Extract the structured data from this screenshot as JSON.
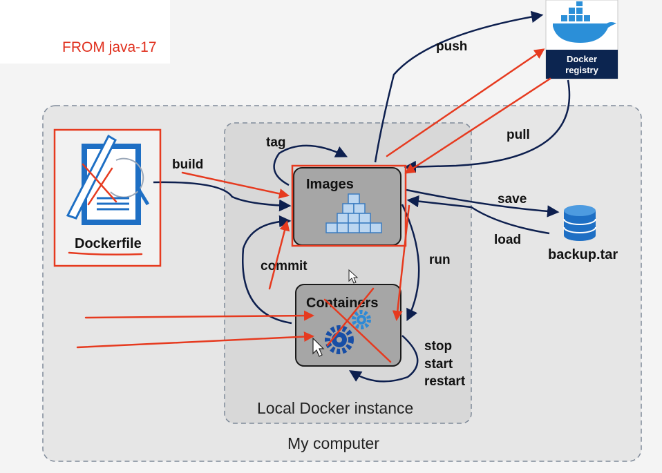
{
  "annotation": {
    "text": "FROM java-17",
    "color": "#e0301e"
  },
  "regions": {
    "my_computer": "My computer",
    "local_instance": "Local Docker instance"
  },
  "nodes": {
    "dockerfile": "Dockerfile",
    "images": "Images",
    "containers": "Containers",
    "registry_line1": "Docker",
    "registry_line2": "registry",
    "backup": "backup.tar"
  },
  "edges": {
    "build": "build",
    "tag": "tag",
    "push": "push",
    "pull": "pull",
    "save": "save",
    "load": "load",
    "run": "run",
    "commit": "commit",
    "stop": "stop",
    "start": "start",
    "restart": "restart"
  },
  "colors": {
    "arrow": "#0d1f4e",
    "highlight": "#e63a1f",
    "accent_blue": "#1e6fc4",
    "registry_bg": "#0c2550"
  },
  "icons": [
    "dockerfile-icon",
    "image-layers-icon",
    "gears-icon",
    "docker-whale-icon",
    "database-icon",
    "cursor-icon"
  ]
}
